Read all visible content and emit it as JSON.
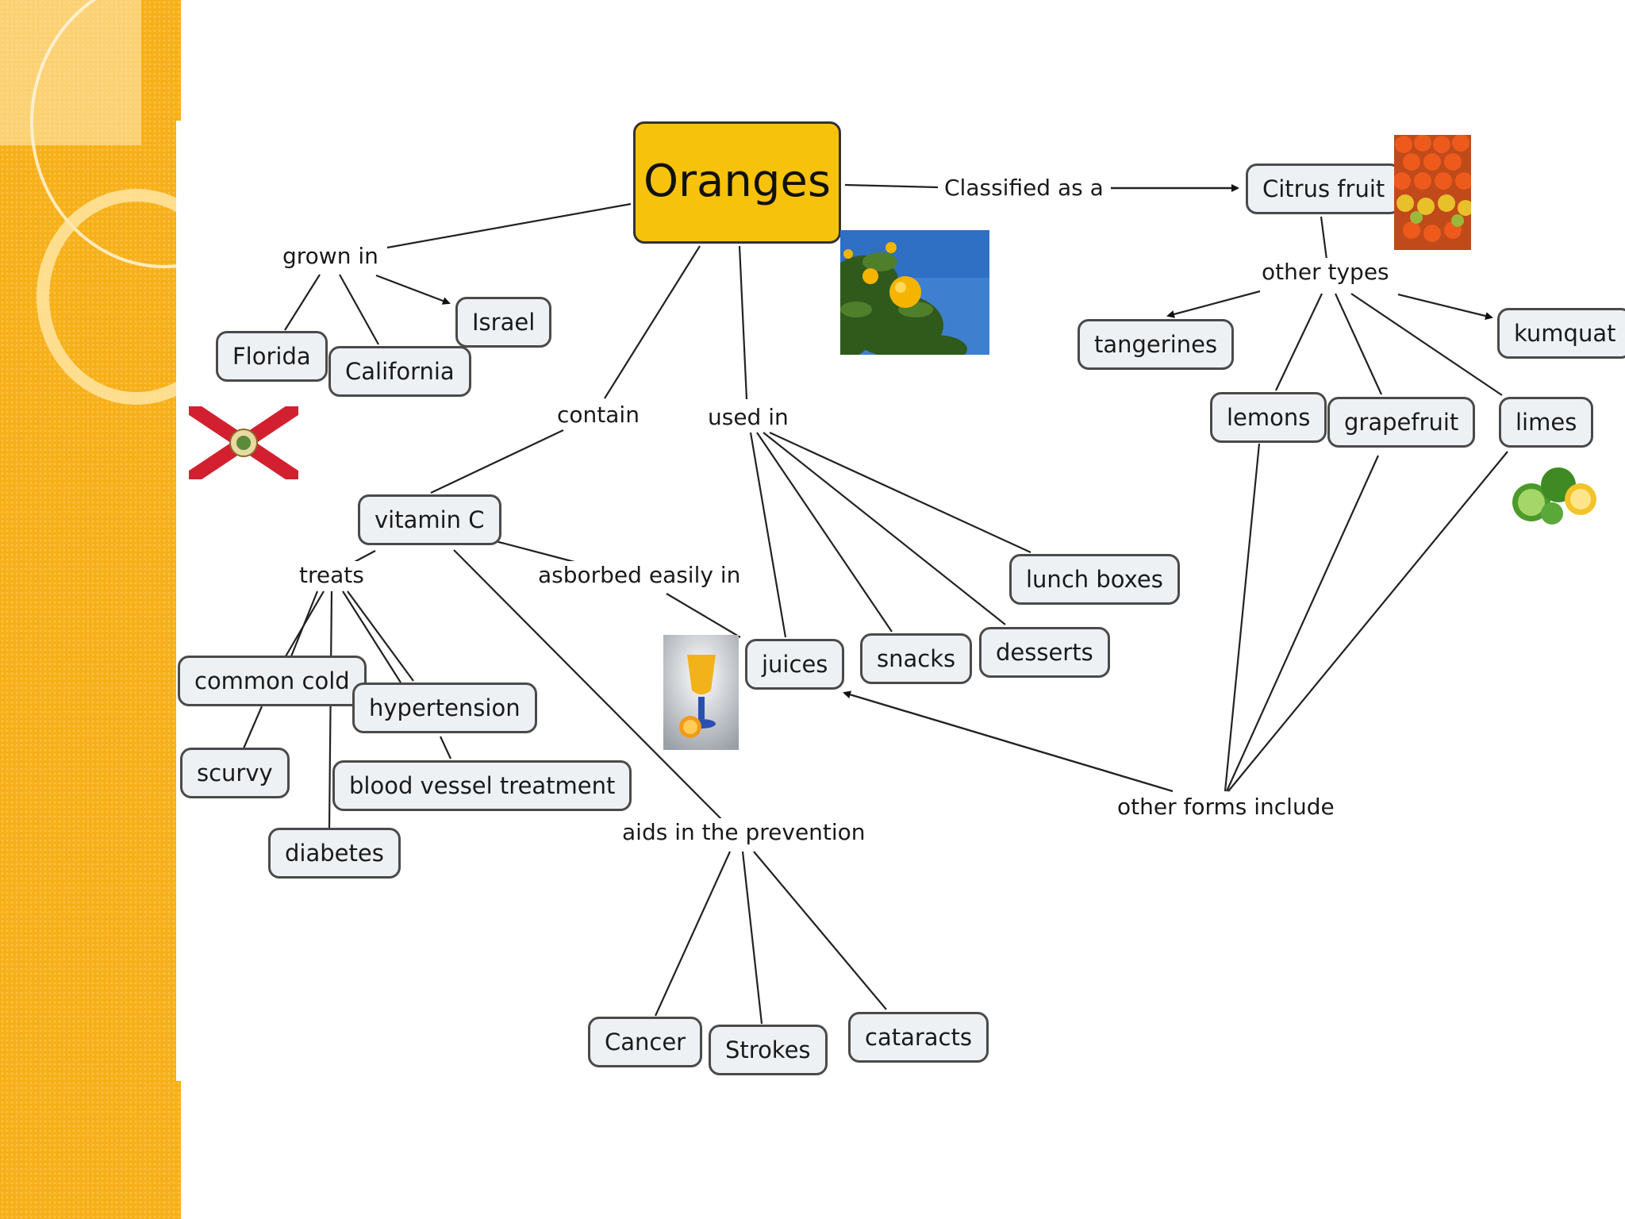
{
  "concept_map": {
    "main": "Oranges",
    "links": {
      "classified_as": "Classified as a",
      "grown_in": "grown in",
      "contain": "contain",
      "used_in": "used in",
      "other_types": "other types",
      "treats": "treats",
      "absorbed": "asborbed easily in",
      "aids_prevention": "aids in the prevention",
      "other_forms": "other forms include"
    },
    "nodes": {
      "citrus_fruit": "Citrus fruit",
      "israel": "Israel",
      "florida": "Florida",
      "california": "California",
      "tangerines": "tangerines",
      "kumquat": "kumquat",
      "lemons": "lemons",
      "grapefruit": "grapefruit",
      "limes": "limes",
      "vitamin_c": "vitamin C",
      "common_cold": "common cold",
      "hypertension": "hypertension",
      "scurvy": "scurvy",
      "blood_vessel": "blood vessel treatment",
      "diabetes": "diabetes",
      "juices": "juices",
      "snacks": "snacks",
      "desserts": "desserts",
      "lunch_boxes": "lunch boxes",
      "cancer": "Cancer",
      "strokes": "Strokes",
      "cataracts": "cataracts"
    }
  },
  "colors": {
    "accent": "#f7b019",
    "main_node": "#f7c20b",
    "node_fill": "#eef1f4"
  }
}
